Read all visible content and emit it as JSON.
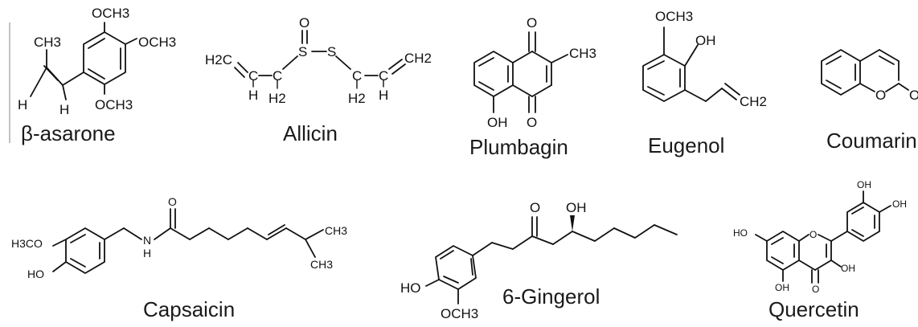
{
  "compounds": [
    {
      "id": "asarone",
      "name": "β-asarone",
      "atoms": {
        "ch3": "CH3",
        "ome_top": "OCH3",
        "ome_right": "OCH3",
        "ome_bottom": "OCH3",
        "h_left": "H",
        "h_bottom": "H"
      }
    },
    {
      "id": "allicin",
      "name": "Allicin",
      "atoms": {
        "h2c_left": "H2C",
        "h_left": "H",
        "h2_left": "H2",
        "s1": "S",
        "s2": "S",
        "o": "O",
        "h2_right": "H2",
        "h_right": "H",
        "ch2_right": "CH2",
        "c1": "C",
        "c2": "C",
        "c3": "C",
        "c4": "C"
      }
    },
    {
      "id": "plumbagin",
      "name": "Plumbagin",
      "atoms": {
        "o_top": "O",
        "o_bottom": "O",
        "oh": "OH",
        "ch3": "CH3"
      }
    },
    {
      "id": "eugenol",
      "name": "Eugenol",
      "atoms": {
        "och3": "OCH3",
        "oh": "OH",
        "ch2": "CH2"
      }
    },
    {
      "id": "coumarin",
      "name": "Coumarin",
      "atoms": {
        "o_ring": "O",
        "o_carbonyl": "O"
      }
    },
    {
      "id": "capsaicin",
      "name": "Capsaicin",
      "atoms": {
        "h3co": "H3CO",
        "ho": "HO",
        "n": "N",
        "h": "H",
        "o": "O",
        "ch3_top": "CH3",
        "ch3_bottom": "CH3"
      }
    },
    {
      "id": "gingerol",
      "name": "6-Gingerol",
      "atoms": {
        "o": "O",
        "oh": "OH",
        "ho": "HO",
        "och3": "OCH3"
      }
    },
    {
      "id": "quercetin",
      "name": "Quercetin",
      "atoms": {
        "ho_left": "HO",
        "o_ring": "O",
        "oh_b1": "OH",
        "oh_b2": "OH",
        "oh_c3": "OH",
        "oh_a5": "OH",
        "o_carbonyl": "O"
      }
    }
  ]
}
